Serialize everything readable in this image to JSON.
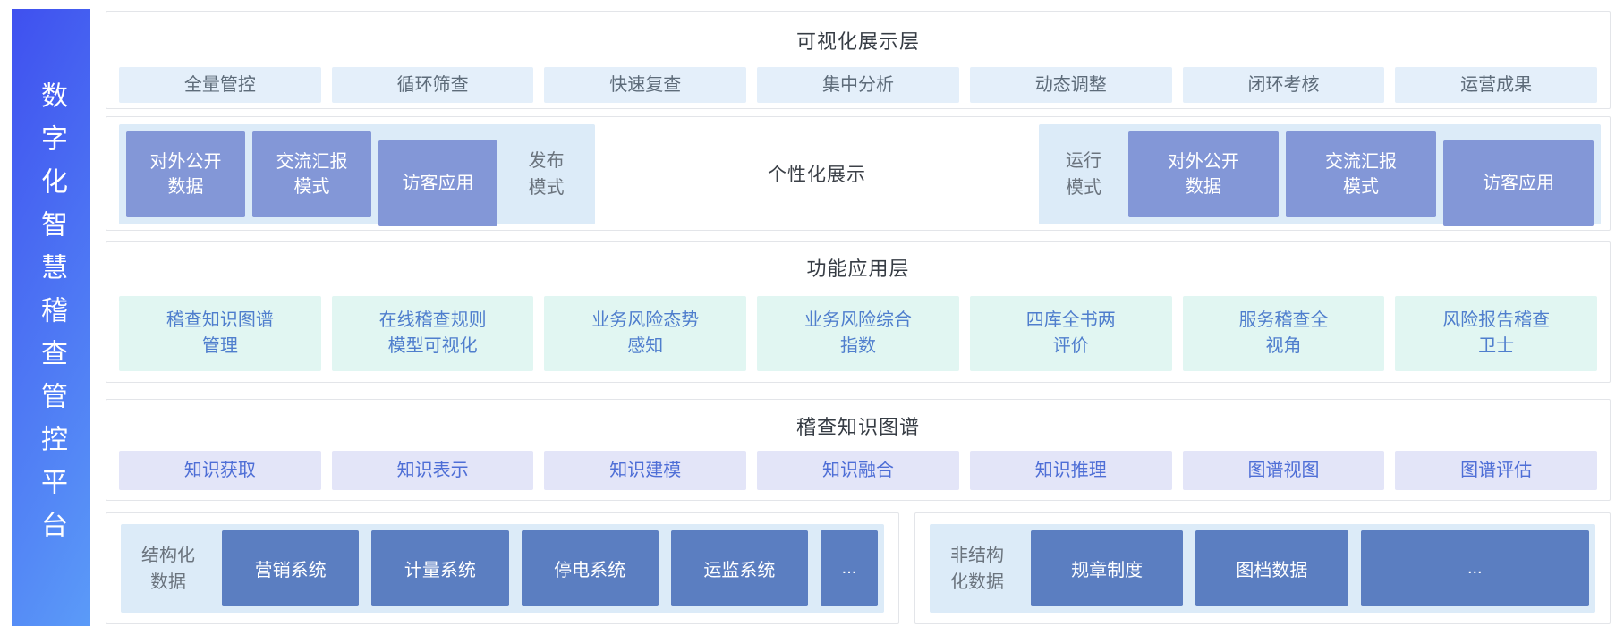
{
  "platform": {
    "title": "数字化智慧稽查管控平台"
  },
  "layers": {
    "visualization": {
      "title": "可视化展示层",
      "items": [
        "全量管控",
        "循环筛查",
        "快速复查",
        "集中分析",
        "动态调整",
        "闭环考核",
        "运营成果"
      ]
    },
    "display_modes": {
      "publish_group": {
        "boxes": [
          "对外公开\n数据",
          "交流汇报\n模式",
          "访客应用"
        ],
        "label": "发布\n模式"
      },
      "center_label": "个性化展示",
      "run_group": {
        "label": "运行\n模式",
        "boxes": [
          "对外公开\n数据",
          "交流汇报\n模式",
          "访客应用"
        ]
      }
    },
    "function": {
      "title": "功能应用层",
      "items": [
        "稽查知识图谱\n管理",
        "在线稽查规则\n模型可视化",
        "业务风险态势\n感知",
        "业务风险综合\n指数",
        "四库全书两\n评价",
        "服务稽查全\n视角",
        "风险报告稽查\n卫士"
      ]
    },
    "knowledge_graph": {
      "title": "稽查知识图谱",
      "items": [
        "知识获取",
        "知识表示",
        "知识建模",
        "知识融合",
        "知识推理",
        "图谱视图",
        "图谱评估"
      ]
    },
    "data_sources": {
      "structured": {
        "label": "结构化\n数据",
        "systems": [
          "营销系统",
          "计量系统",
          "停电系统",
          "运监系统"
        ],
        "more": "..."
      },
      "unstructured": {
        "label": "非结构\n化数据",
        "systems": [
          "规章制度",
          "图档数据"
        ],
        "more": "..."
      }
    }
  },
  "colors": {
    "sidebar_gradient_start": "#3f50ef",
    "sidebar_gradient_end": "#5b9bf8",
    "azure_chip_bg": "#e4effa",
    "mint_chip_bg": "#e1f6f2",
    "lavender_chip_bg": "#e3e5f8",
    "light_panel_bg": "#dcebf8",
    "periwinkle_box": "#8397d7",
    "steel_blue_box": "#5b7ec1",
    "title_text": "#363c44",
    "chip_text_gray": "#5d6b79",
    "chip_text_blue": "#4f7ecd"
  }
}
